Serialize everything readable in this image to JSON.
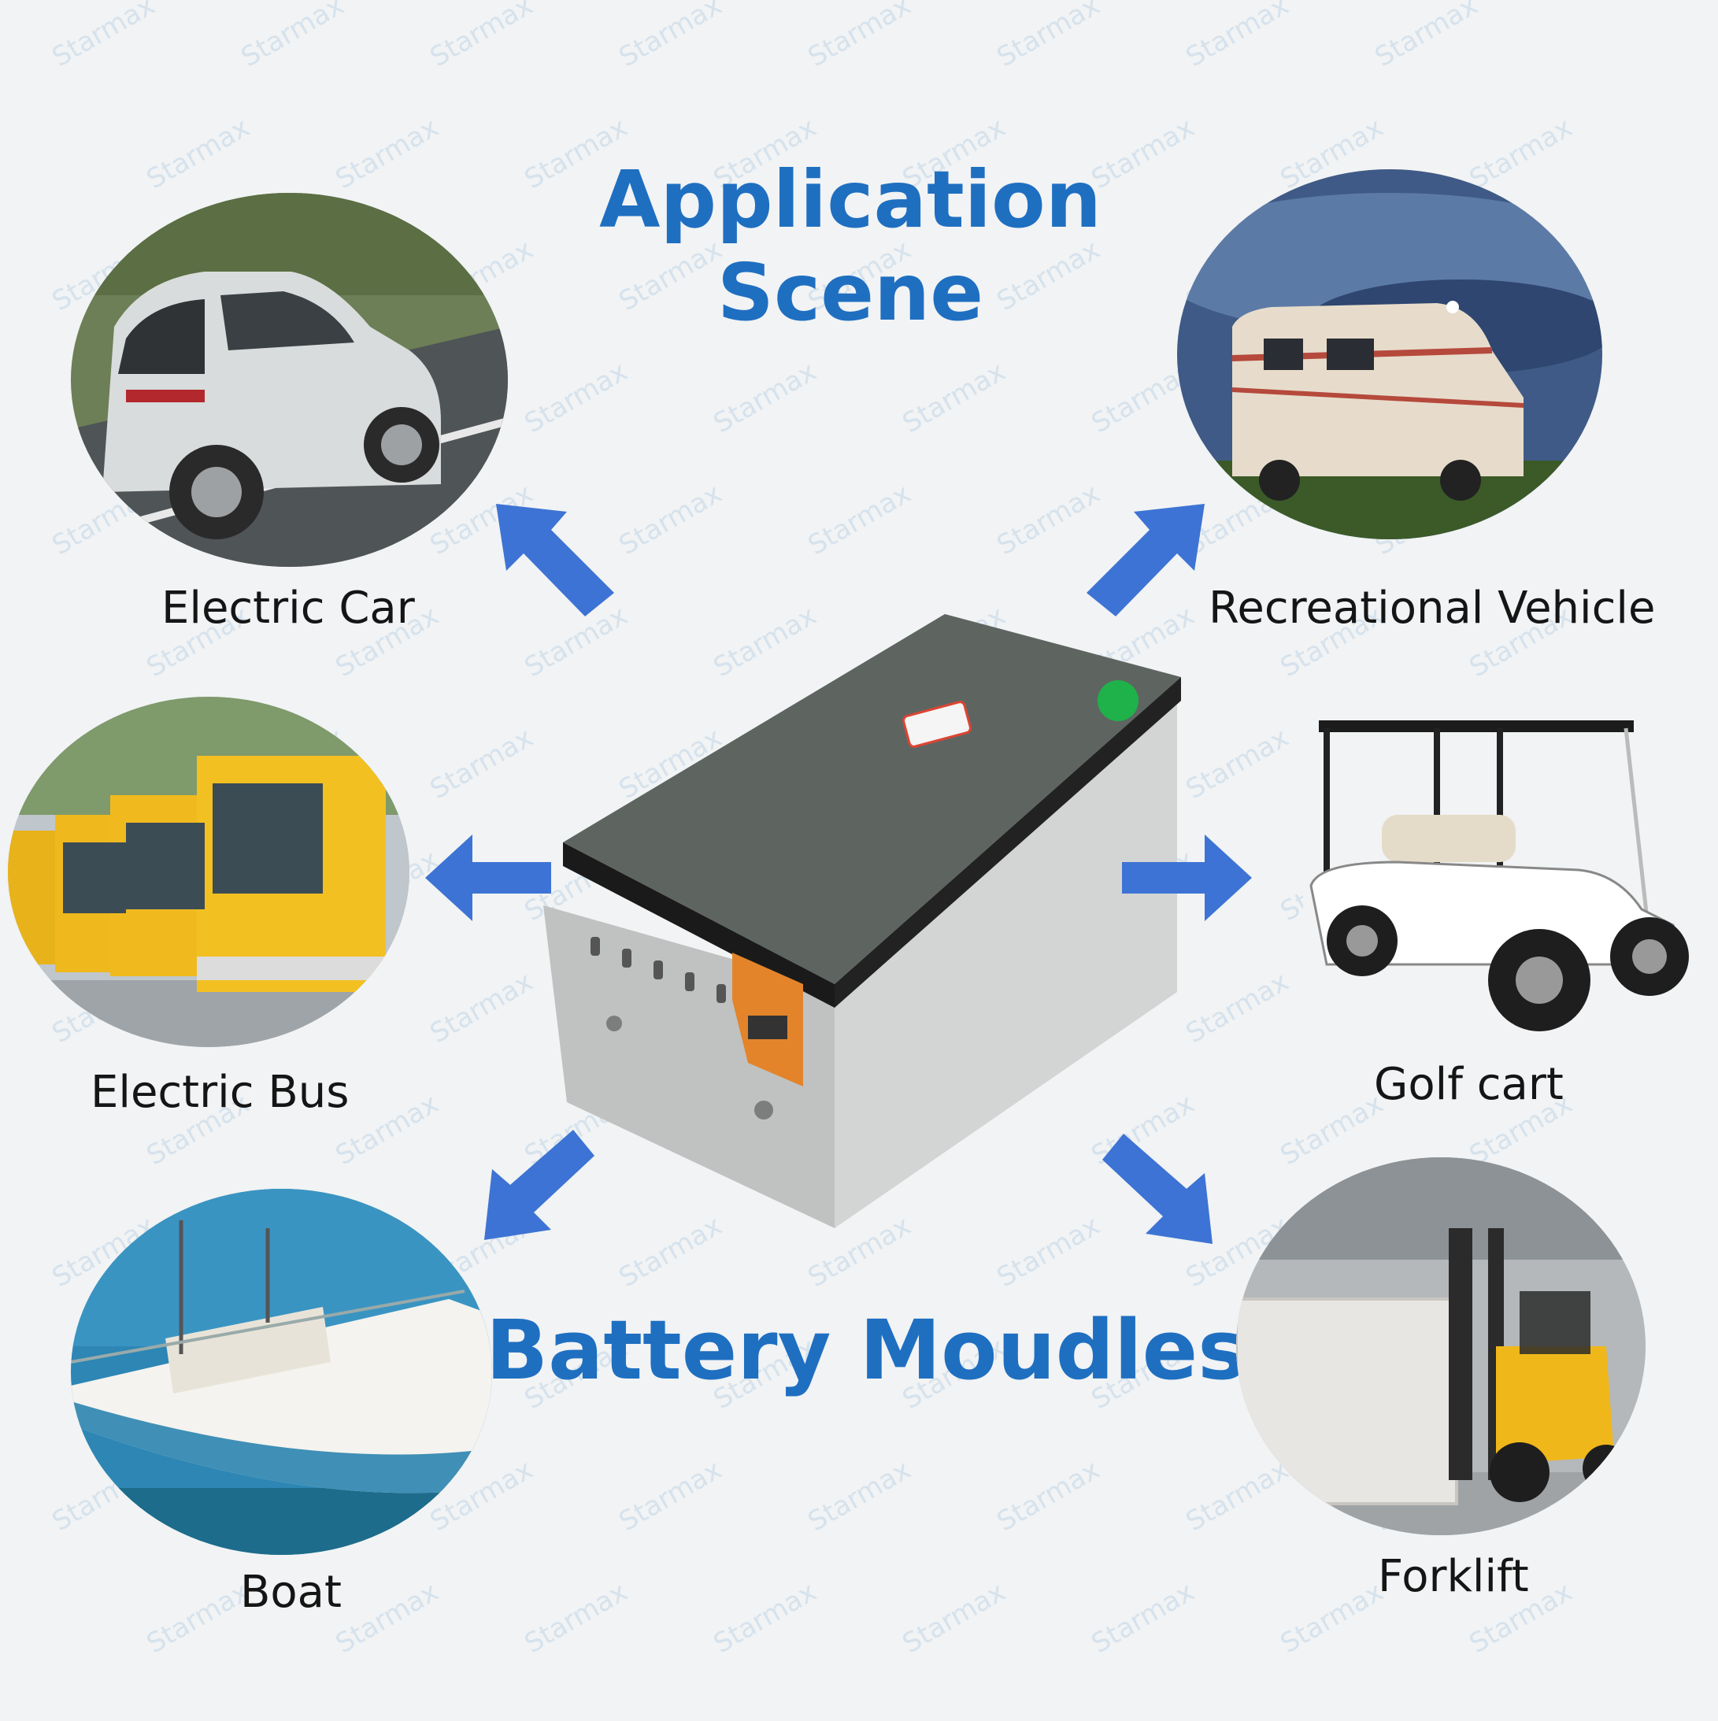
{
  "title": {
    "line1": "Application",
    "line2": "Scene"
  },
  "subtitle": "Battery Moudles",
  "applications": [
    {
      "label": "Electric Car",
      "icon": "electric-car-photo"
    },
    {
      "label": "Recreational Vehicle",
      "icon": "rv-photo"
    },
    {
      "label": "Electric Bus",
      "icon": "electric-bus-photo"
    },
    {
      "label": "Golf cart",
      "icon": "golf-cart-photo"
    },
    {
      "label": "Boat",
      "icon": "boat-photo"
    },
    {
      "label": "Forklift",
      "icon": "forklift-photo"
    }
  ],
  "watermark": "Starmax",
  "colors": {
    "accent": "#1f6fc1",
    "arrow": "#3d73d4",
    "background": "#f1f3f4"
  }
}
